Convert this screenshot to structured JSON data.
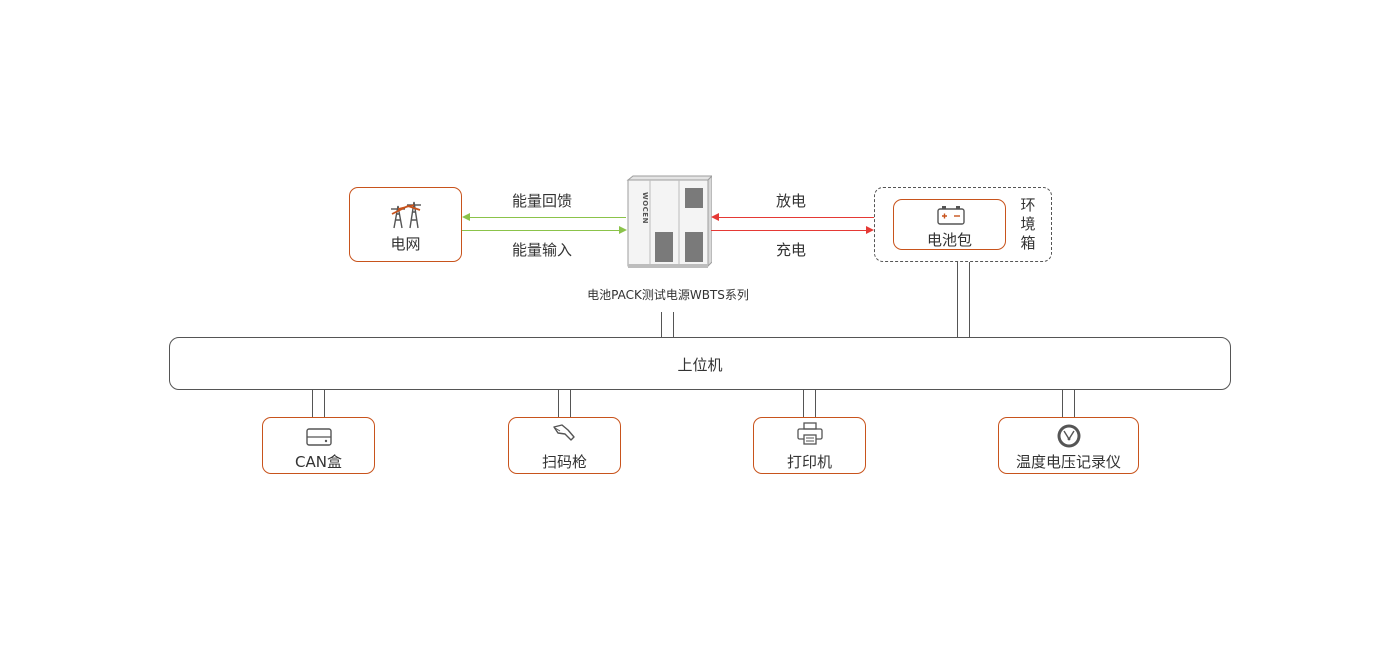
{
  "nodes": {
    "grid": "电网",
    "device": "电池PACK测试电源WBTS系列",
    "device_brand": "WOCEN",
    "battery": "电池包",
    "chamber": "环境箱",
    "host": "上位机",
    "can_box": "CAN盒",
    "scanner": "扫码枪",
    "printer": "打印机",
    "recorder": "温度电压记录仪"
  },
  "edges": {
    "feedback": "能量回馈",
    "input": "能量输入",
    "discharge": "放电",
    "charge": "充电"
  },
  "colors": {
    "accent": "#c8531c",
    "green_line": "#8bc34a",
    "red_line": "#e53935",
    "connector": "#555555"
  },
  "icons": {
    "grid": "power-tower-icon",
    "battery": "battery-icon",
    "can_box": "can-box-icon",
    "scanner": "barcode-scanner-icon",
    "printer": "printer-icon",
    "recorder": "gauge-icon"
  }
}
